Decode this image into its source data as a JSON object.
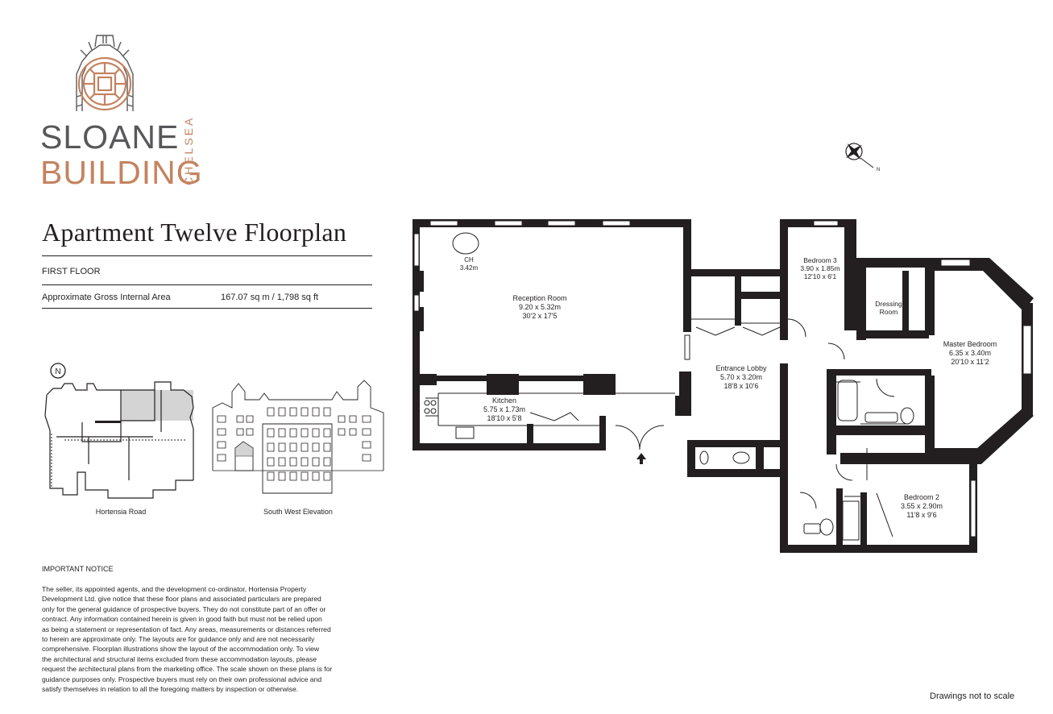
{
  "brand": {
    "line1": "SLOANE",
    "line2": "BUILDING",
    "side": "CHELSEA",
    "colors": {
      "grey": "#58585a",
      "copper": "#c4835f"
    }
  },
  "title": "Apartment Twelve Floorplan",
  "floor": "FIRST FLOOR",
  "area": {
    "label": "Approximate Gross Internal Area",
    "value": "167.07 sq m / 1,798 sq ft"
  },
  "thumbnails": {
    "site": "Hortensia Road",
    "elevation": "South West Elevation"
  },
  "notice": {
    "heading": "IMPORTANT NOTICE",
    "lines": [
      "The seller, its appointed agents, and the development co-ordinator, Hortensia Property",
      "Development Ltd. give notice that these floor plans and associated particulars are prepared",
      "only for the general guidance of prospective buyers. They do not constitute part of an offer or",
      "contract. Any information contained herein is given in good faith but must not be relied upon",
      "as being a statement or representation of fact. Any areas, measurements or distances referred",
      "to herein are approximate only. The layouts are for guidance only and are not necessarily",
      "comprehensive. Floorplan illustrations show the layout of the accommodation only. To view",
      "the architectural and structural items excluded from these accommodation layouts, please",
      "request the architectural plans from the marketing office. The scale shown on these plans is for",
      "guidance purposes only. Prospective buyers must rely on their own professional advice and",
      "satisfy themselves in relation to all the foregoing matters by inspection or otherwise."
    ]
  },
  "ceiling": {
    "label": "CH",
    "value": "3.42m"
  },
  "rooms": [
    {
      "name": "Reception Room",
      "metric": "9.20 x 5.32m",
      "imperial": "30'2 x 17'5"
    },
    {
      "name": "Kitchen",
      "metric": "5.75 x 1.73m",
      "imperial": "18'10 x 5'8"
    },
    {
      "name": "Entrance Lobby",
      "metric": "5.70 x 3.20m",
      "imperial": "18'8 x 10'6"
    },
    {
      "name": "Bedroom 3",
      "metric": "3.90 x 1.85m",
      "imperial": "12'10 x 6'1"
    },
    {
      "name": "Dressing Room",
      "metric": "",
      "imperial": ""
    },
    {
      "name": "Master Bedroom",
      "metric": "6.35 x 3.40m",
      "imperial": "20'10 x 11'2"
    },
    {
      "name": "Bedroom 2",
      "metric": "3.55 x 2.90m",
      "imperial": "11'8 x 9'6"
    }
  ],
  "disclaimer": "Drawings not to scale",
  "icons": [
    "logo-window-icon",
    "north-compass-icon",
    "north-icon",
    "entrance-arrow-icon"
  ]
}
